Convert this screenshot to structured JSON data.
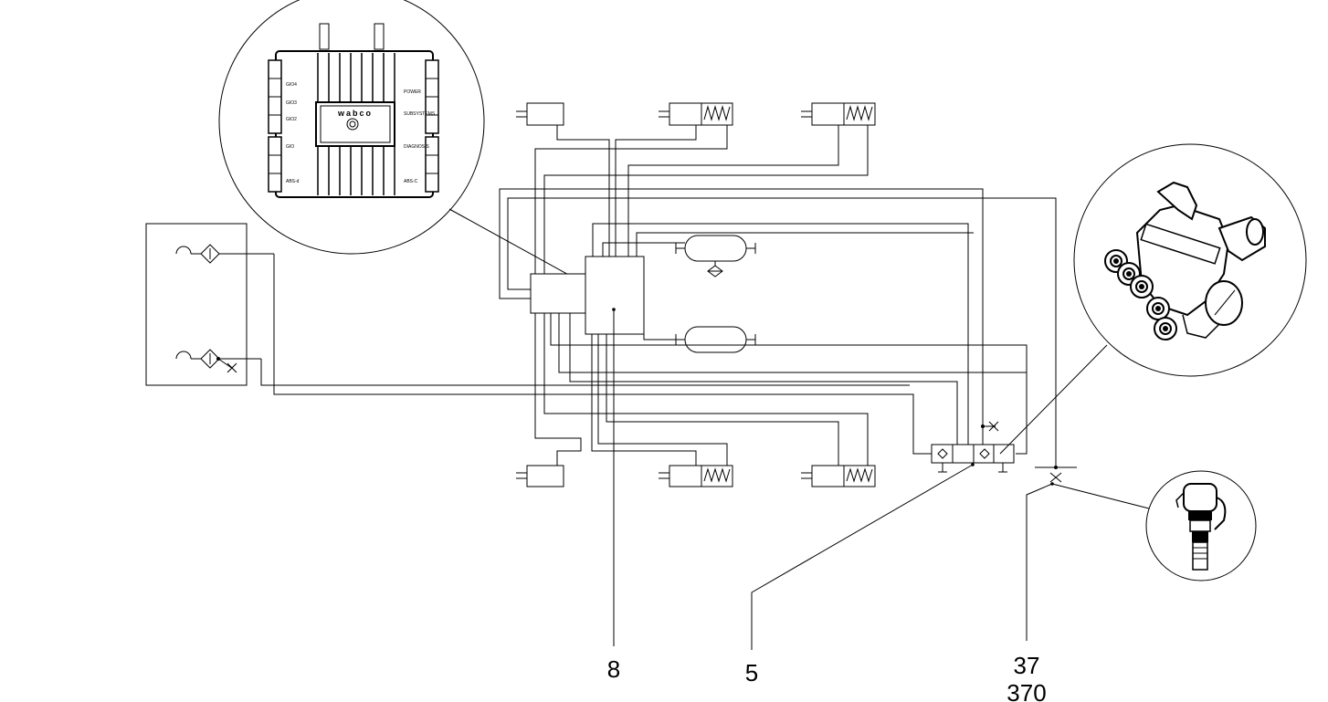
{
  "callouts": {
    "ecu": "8",
    "valve": "5",
    "test_point_a": "37",
    "test_point_b": "370"
  },
  "ecu_module": {
    "brand": "wabco",
    "labels_left": [
      "GIO4",
      "GIO3",
      "GIO2",
      "GIO",
      "ABS-d"
    ],
    "labels_right": [
      "POWER",
      "SUBSYSTEMS",
      "DIAGNOSIS",
      "ABS-C"
    ]
  },
  "colors": {
    "ink": "#000000",
    "background": "#ffffff"
  }
}
